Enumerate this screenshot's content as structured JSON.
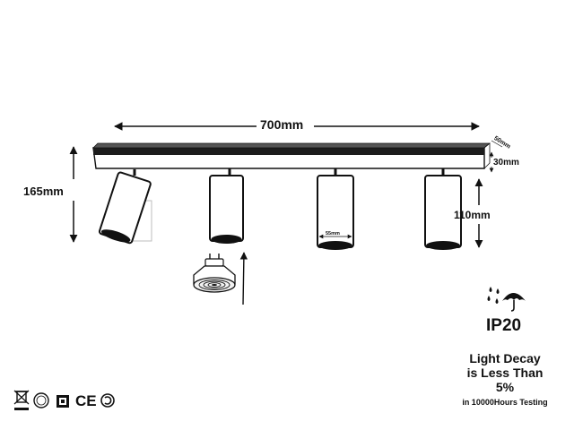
{
  "dimensions": {
    "width": "700mm",
    "height": "165mm",
    "spot_length": "110mm",
    "bar_depth": "30mm",
    "bar_width": "50mm",
    "spot_diameter": "55mm"
  },
  "ip_rating": {
    "label": "IP20",
    "icon": "rain-umbrella-icon"
  },
  "light_decay": {
    "line1": "Light Decay",
    "line2": "is Less Than",
    "line3": "5%",
    "line4": "in 10000Hours Testing"
  },
  "certifications": {
    "ce": "CE",
    "icons": [
      "weee-bin-icon",
      "rohs-icon",
      "gs-icon",
      "ce-icon",
      "recycle-icon"
    ]
  },
  "colors": {
    "line": "#111111",
    "bar": "#1c1c1c",
    "ghost": "#bdbdbd"
  }
}
